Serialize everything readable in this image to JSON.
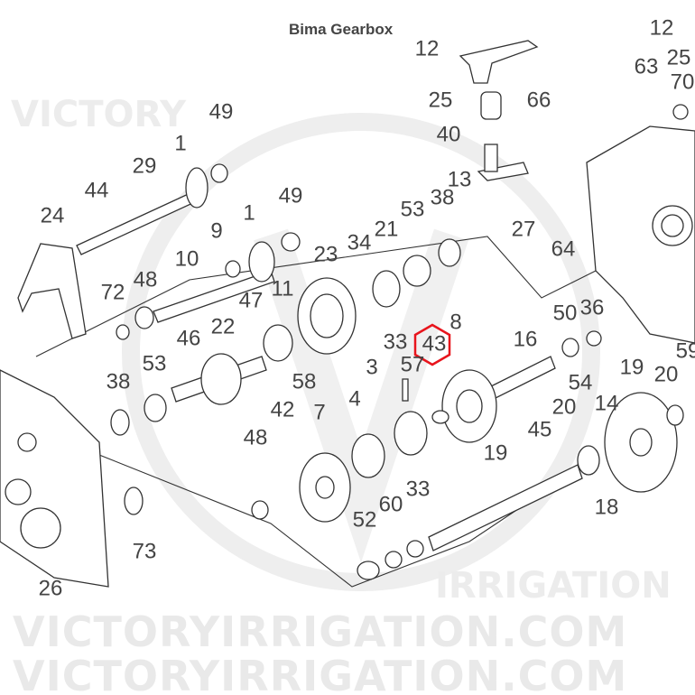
{
  "title": "Bima Gearbox",
  "watermark": {
    "top": "VICTORYIRRIGATION.COM",
    "bottom": "VICTORYIRRIGATION.COM",
    "circle_top": "VICTORY",
    "circle_bottom": "IRRIGATION"
  },
  "highlight": {
    "part": "43",
    "color": "#e8141c"
  },
  "labels": [
    "12",
    "12",
    "25",
    "63",
    "70",
    "25",
    "66",
    "49",
    "40",
    "1",
    "29",
    "13",
    "44",
    "49",
    "24",
    "53",
    "38",
    "1",
    "9",
    "34",
    "21",
    "27",
    "64",
    "10",
    "48",
    "23",
    "72",
    "47",
    "11",
    "36",
    "50",
    "22",
    "46",
    "33",
    "43",
    "8",
    "16",
    "59",
    "53",
    "19",
    "3",
    "57",
    "20",
    "38",
    "58",
    "4",
    "54",
    "14",
    "42",
    "7",
    "20",
    "45",
    "48",
    "19",
    "18",
    "33",
    "60",
    "52",
    "73",
    "26"
  ]
}
